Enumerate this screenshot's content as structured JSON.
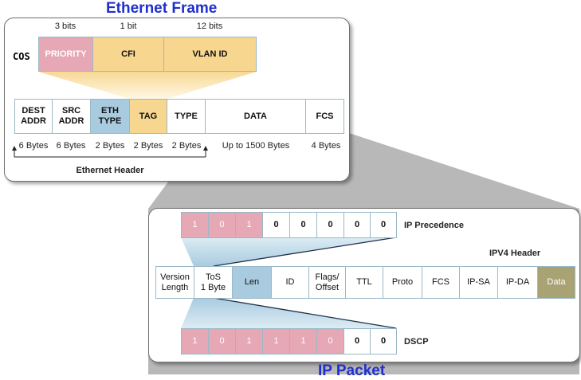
{
  "ethernet": {
    "title": "Ethernet Frame",
    "cos_label": "COS",
    "tag_bits": [
      "3 bits",
      "1 bit",
      "12 bits"
    ],
    "tag_fields": [
      "PRIORITY",
      "CFI",
      "VLAN ID"
    ],
    "frame_fields": {
      "dest": [
        "DEST",
        "ADDR"
      ],
      "src": [
        "SRC",
        "ADDR"
      ],
      "ethtype": [
        "ETH",
        "TYPE"
      ],
      "tag": "TAG",
      "type": "TYPE",
      "data": "DATA",
      "fcs": "FCS"
    },
    "sizes": [
      "6 Bytes",
      "6 Bytes",
      "2 Bytes",
      "2 Bytes",
      "2 Bytes",
      "Up to 1500 Bytes",
      "4 Bytes"
    ],
    "header_label": "Ethernet Header"
  },
  "ip": {
    "title": "IP Packet",
    "precedence_bits": [
      "1",
      "0",
      "1",
      "0",
      "0",
      "0",
      "0",
      "0"
    ],
    "precedence_label": "IP Precedence",
    "header_label": "IPV4 Header",
    "fields": {
      "version": [
        "Version",
        "Length"
      ],
      "tos": [
        "ToS",
        "1 Byte"
      ],
      "len": "Len",
      "id": "ID",
      "flags": [
        "Flags/",
        "Offset"
      ],
      "ttl": "TTL",
      "proto": "Proto",
      "fcs": "FCS",
      "ipsa": "IP-SA",
      "ipda": "IP-DA",
      "data": "Data"
    },
    "dscp_bits": [
      "1",
      "0",
      "1",
      "1",
      "1",
      "0",
      "0",
      "0"
    ],
    "dscp_label": "DSCP"
  },
  "colors": {
    "title_blue": "#1f2fcc",
    "pink": "#e6a8b5",
    "orange": "#f7d690",
    "blue": "#a9cbe0",
    "olive": "#a9a273",
    "cell_border": "#9ab8c6",
    "gray_band": "#b8b8b8"
  }
}
